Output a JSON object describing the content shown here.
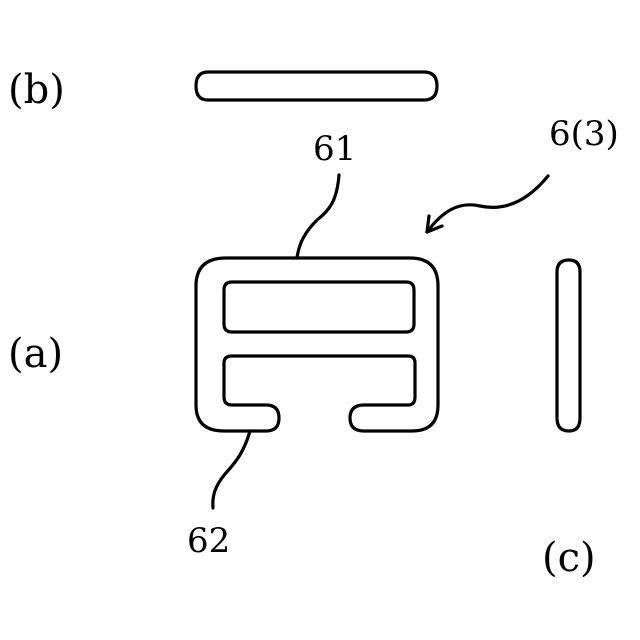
{
  "labels": {
    "view_b": "(b)",
    "view_a": "(a)",
    "view_c": "(c)",
    "ref_61": "61",
    "ref_62": "62",
    "ref_6_3": "6(3)"
  },
  "colors": {
    "line": "#000000",
    "background": "#ffffff"
  }
}
